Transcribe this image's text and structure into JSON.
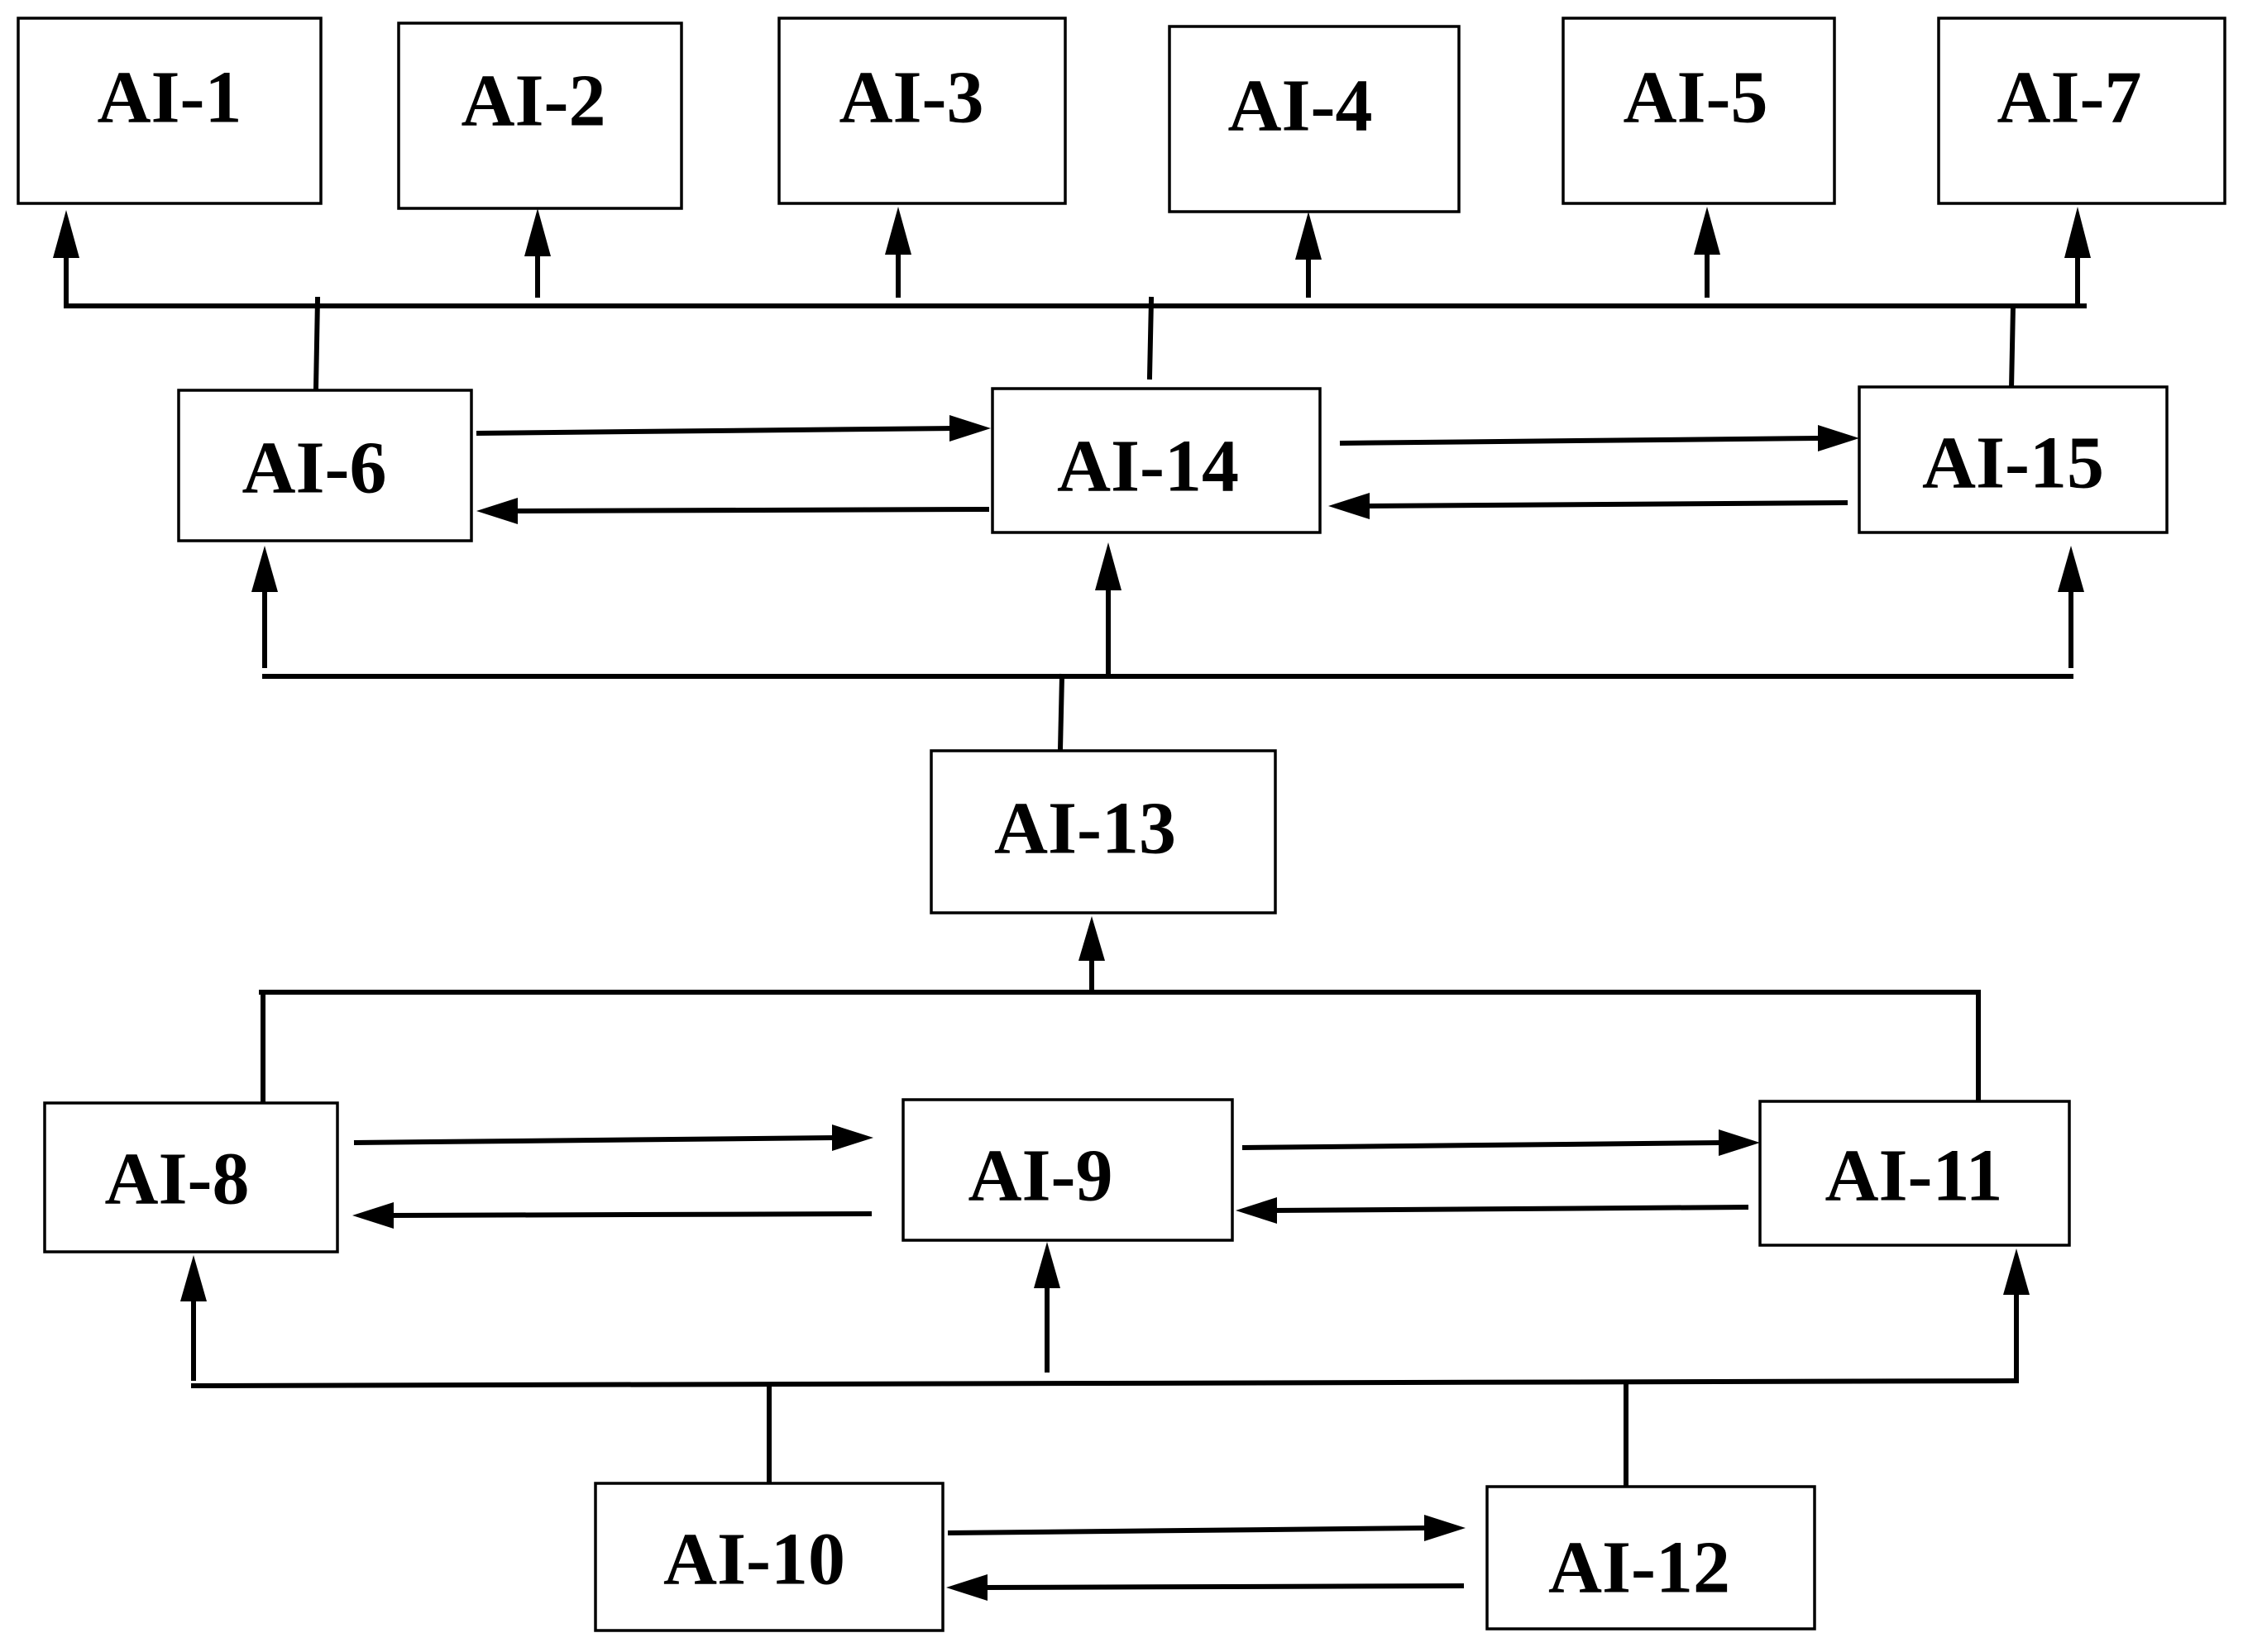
{
  "nodes": {
    "ai1": "AI-1",
    "ai2": "AI-2",
    "ai3": "AI-3",
    "ai4": "AI-4",
    "ai5": "AI-5",
    "ai7": "AI-7",
    "ai6": "AI-6",
    "ai14": "AI-14",
    "ai15": "AI-15",
    "ai13": "AI-13",
    "ai8": "AI-8",
    "ai9": "AI-9",
    "ai11": "AI-11",
    "ai10": "AI-10",
    "ai12": "AI-12"
  },
  "colors": {
    "stroke": "#000000",
    "box_fill": "#ffffff",
    "text": "#000000"
  }
}
